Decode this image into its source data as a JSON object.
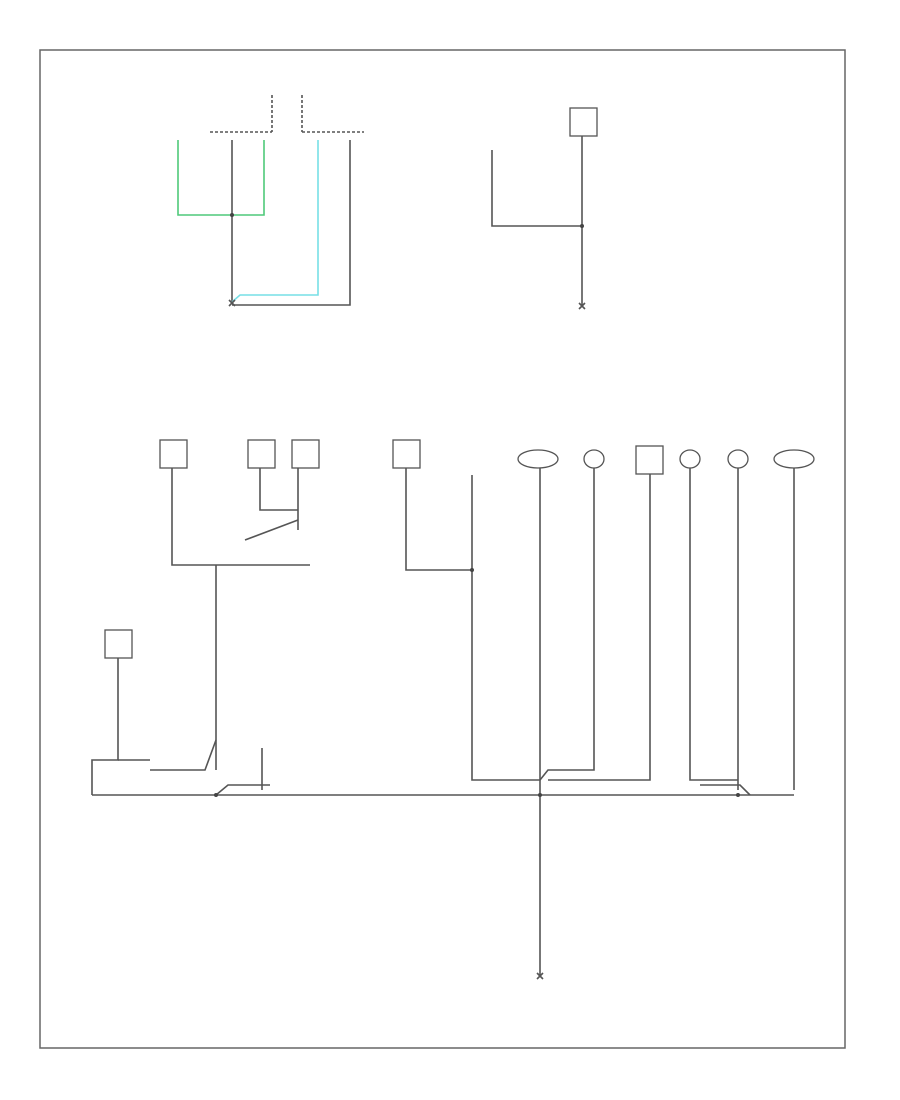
{
  "diagram": {
    "title": "",
    "footer_code": "",
    "nodes": [
      {
        "id": "top-left-component-a",
        "label": ""
      },
      {
        "id": "top-left-component-b",
        "label": ""
      },
      {
        "id": "top-right-component",
        "label": ""
      },
      {
        "id": "mid-component-1",
        "label": ""
      },
      {
        "id": "mid-component-2",
        "label": ""
      },
      {
        "id": "mid-component-3",
        "label": ""
      },
      {
        "id": "mid-component-4",
        "label": ""
      },
      {
        "id": "mid-component-5",
        "label": ""
      },
      {
        "id": "lamp-1",
        "label": ""
      },
      {
        "id": "lamp-2",
        "label": ""
      },
      {
        "id": "connector-6",
        "label": ""
      },
      {
        "id": "lamp-3",
        "label": ""
      },
      {
        "id": "lamp-4",
        "label": ""
      },
      {
        "id": "lamp-5",
        "label": ""
      },
      {
        "id": "left-component",
        "label": ""
      }
    ],
    "wire_colors": {
      "default": "#555555",
      "green": "#4fc97a",
      "cyan": "#77dfe6"
    }
  }
}
